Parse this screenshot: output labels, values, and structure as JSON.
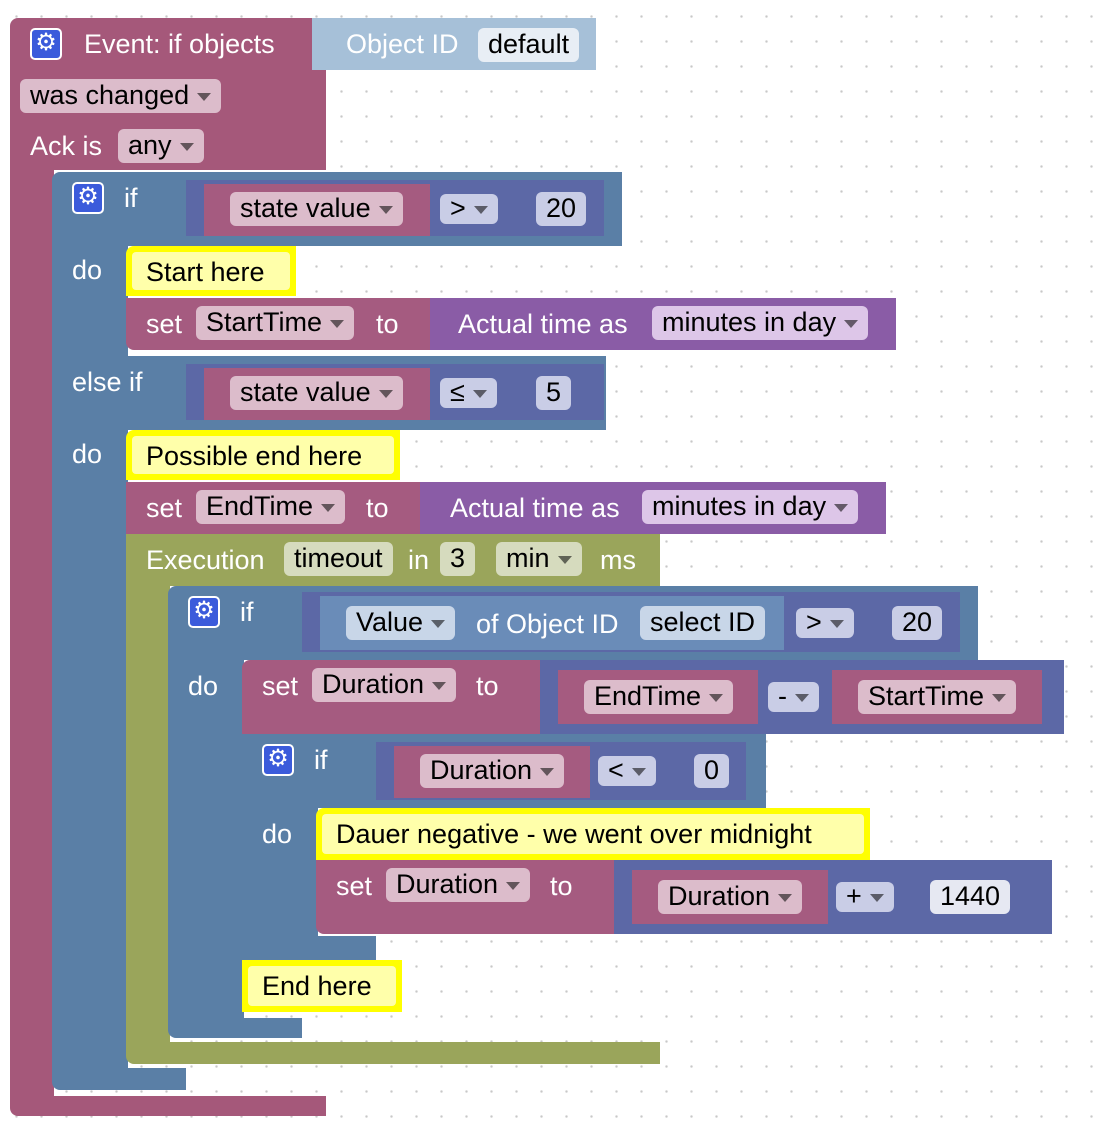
{
  "colors": {
    "event": "#a5587a",
    "if": "#5a7fa6",
    "var": "#a55b80",
    "math": "#5c68a6",
    "time": "#8a5ca6",
    "timeout": "#9aa55b",
    "objectid": "#a6c0d8",
    "comment": "#ffff00"
  },
  "event": {
    "label": "Event: if objects",
    "objectid_label": "Object ID",
    "objectid_value": "default",
    "trigger": "was changed",
    "ack_label": "Ack is",
    "ack_value": "any"
  },
  "if1": {
    "if_label": "if",
    "lhs": "state value",
    "op": ">",
    "rhs": "20",
    "do_label": "do",
    "comment": "Start here",
    "set_label": "set",
    "set_var": "StartTime",
    "to_label": "to",
    "time_label": "Actual time as",
    "time_format": "minutes in day",
    "elseif_label": "else if",
    "lhs2": "state value",
    "op2": "≤",
    "rhs2": "5",
    "do2_label": "do",
    "comment2": "Possible end here",
    "set2_label": "set",
    "set2_var": "EndTime",
    "to2_label": "to",
    "time2_label": "Actual time as",
    "time2_format": "minutes in day"
  },
  "timeout": {
    "label": "Execution",
    "name": "timeout",
    "in_label": "in",
    "value": "3",
    "unit": "min",
    "ms_label": "ms"
  },
  "if2": {
    "if_label": "if",
    "value_label": "Value",
    "of_label": "of Object ID",
    "select_id": "select ID",
    "op": ">",
    "rhs": "20",
    "do_label": "do",
    "set_label": "set",
    "set_var": "Duration",
    "to_label": "to",
    "a": "EndTime",
    "minus": "-",
    "b": "StartTime",
    "end_comment": "End here"
  },
  "if3": {
    "if_label": "if",
    "lhs": "Duration",
    "op": "<",
    "rhs": "0",
    "do_label": "do",
    "comment": "Dauer negative - we went over midnight",
    "set_label": "set",
    "set_var": "Duration",
    "to_label": "to",
    "a": "Duration",
    "plus": "+",
    "b": "1440"
  }
}
